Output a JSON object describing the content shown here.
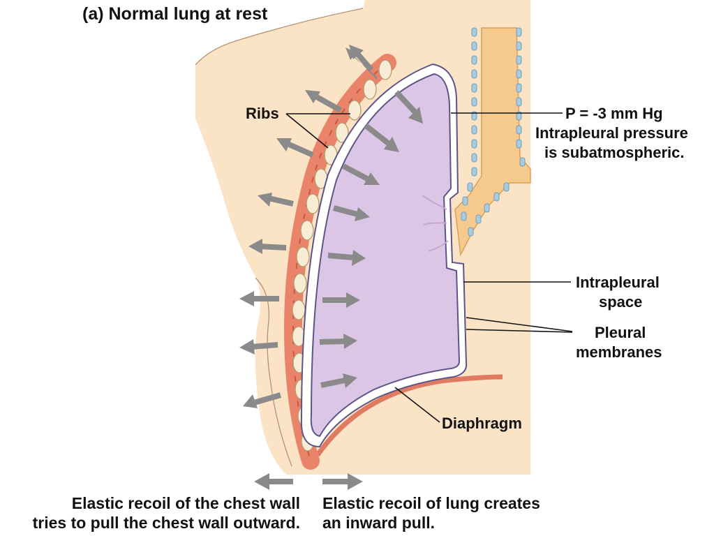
{
  "figure": {
    "title": "(a) Normal lung at rest",
    "labels": {
      "ribs": "Ribs",
      "pressure_line1": "P = -3 mm Hg",
      "pressure_line2": "Intrapleural pressure",
      "pressure_line3": "is subatmospheric.",
      "intrapleural_line1": "Intrapleural",
      "intrapleural_line2": "space",
      "pleural_line1": "Pleural",
      "pleural_line2": "membranes",
      "diaphragm": "Diaphragm"
    },
    "legend": {
      "chest_wall_line1": "Elastic recoil of the chest wall",
      "chest_wall_line2": "tries to pull the chest wall outward.",
      "lung_line1": "Elastic recoil of lung creates",
      "lung_line2": "an inward pull."
    }
  },
  "colors": {
    "background": "#ffffff",
    "skin": "#fbe3c5",
    "trachea": "#f6c98c",
    "lung": "#dcc6e6",
    "pleura": "#ffffff",
    "pleura_outline": "#5d5487",
    "rib_muscle": "#e9836a",
    "rib_bone": "#f7ecd4",
    "arrow": "#8a8a8a",
    "cartilage": "#a9cbe0"
  }
}
